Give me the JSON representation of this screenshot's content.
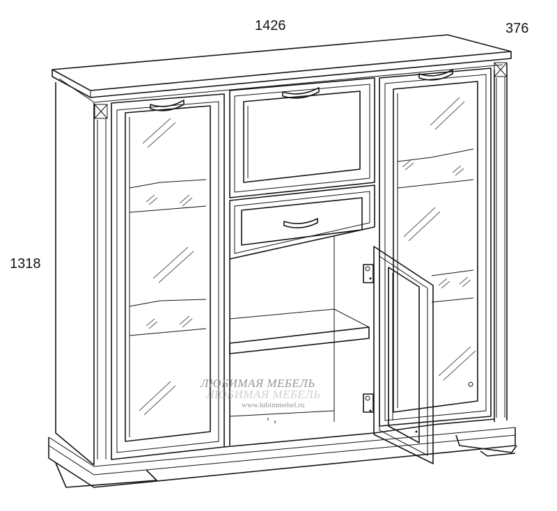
{
  "dimensions": {
    "width": "1426",
    "depth": "376",
    "height": "1318"
  },
  "watermark": {
    "brand": "ЛЮБИМАЯ МЕБЕЛЬ",
    "url": "www.lubimmebel.ru"
  }
}
